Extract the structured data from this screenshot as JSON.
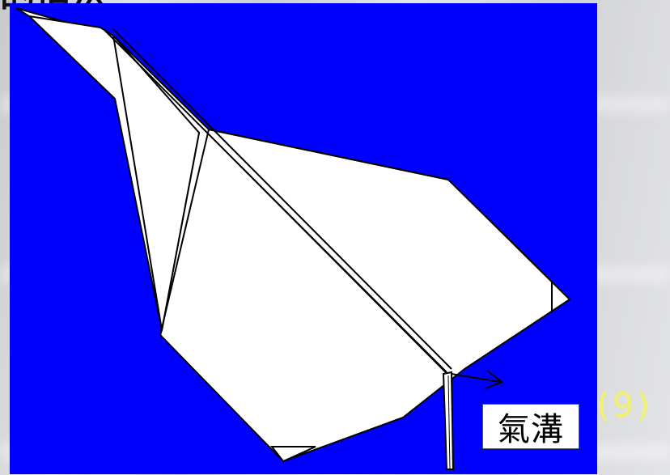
{
  "slide": {
    "title_fragment": "的摺法",
    "step_label": "(9)"
  },
  "diagram": {
    "subject": "paper-airplane",
    "callout_label": "氣溝",
    "colors": {
      "background": "#0000ff",
      "paper": "#ffffff",
      "lines": "#000000",
      "step_label": "#f2f26a"
    }
  }
}
